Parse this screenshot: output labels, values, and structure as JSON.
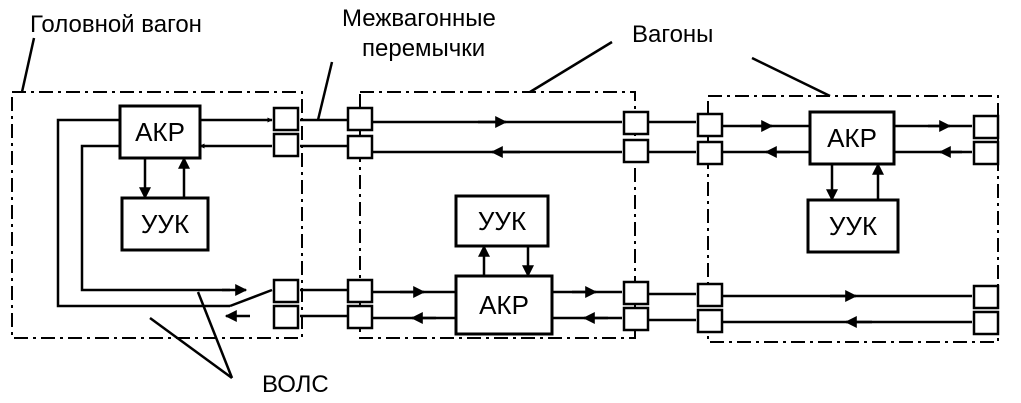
{
  "labels": {
    "head_car": "Головной вагон",
    "jumpers_line1": "Межвагонные",
    "jumpers_line2": "перемычки",
    "cars": "Вагоны",
    "fiber": "ВОЛС"
  },
  "blocks": {
    "akr": "АКР",
    "uuk": "УУК"
  }
}
